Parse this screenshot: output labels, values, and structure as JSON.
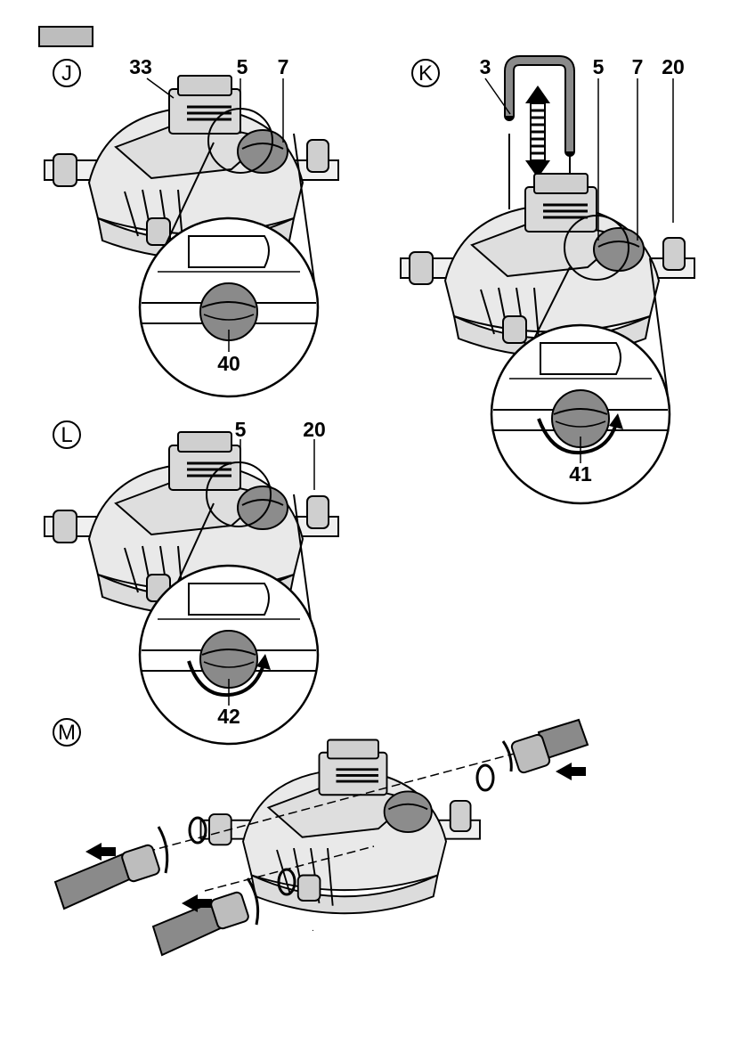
{
  "header": {
    "tab_color": "#bdbdbd"
  },
  "colors": {
    "ink": "#000000",
    "body_fill": "#e6e6e6",
    "mid_grey": "#9a9a9a",
    "dark_grey": "#777777",
    "hose_grey": "#8a8a8a"
  },
  "panels": {
    "J": {
      "letter": "J",
      "labels": {
        "a": "33",
        "b": "5",
        "c": "7",
        "detail": "40"
      }
    },
    "K": {
      "letter": "K",
      "labels": {
        "a": "3",
        "b": "5",
        "c": "7",
        "d": "20",
        "detail": "41"
      }
    },
    "L": {
      "letter": "L",
      "labels": {
        "a": "5",
        "b": "20",
        "detail": "42"
      }
    },
    "M": {
      "letter": "M"
    }
  },
  "icons": [
    "pump-filter-unit",
    "magnifier-detail",
    "valve-knob",
    "rotate-arrow",
    "push-pull-arrow",
    "flow-direction-arrow",
    "hose",
    "sealing-ring",
    "carry-handle"
  ]
}
